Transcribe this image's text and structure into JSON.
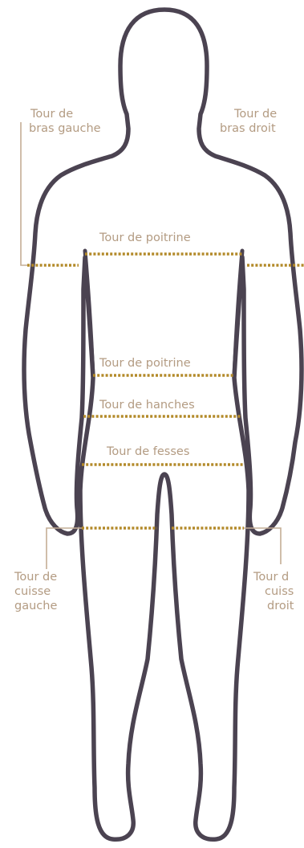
{
  "labels": {
    "arm_left_1": "Tour de",
    "arm_left_2": "bras gauche",
    "arm_right_1": "Tour de",
    "arm_right_2": "bras droit",
    "chest": "Tour de poitrine",
    "under_chest": "Tour de poitrine",
    "hips": "Tour de hanches",
    "buttocks": "Tour de fesses",
    "thigh_left_1": "Tour de",
    "thigh_left_2": "cuisse",
    "thigh_left_3": "gauche",
    "thigh_right_1": "Tour d",
    "thigh_right_2": "cuiss",
    "thigh_right_3": "droit"
  },
  "colors": {
    "outline": "#4b4351",
    "measure_line": "#b38a2a",
    "label_text": "#b39b82",
    "leader_line": "#c4ad95"
  }
}
